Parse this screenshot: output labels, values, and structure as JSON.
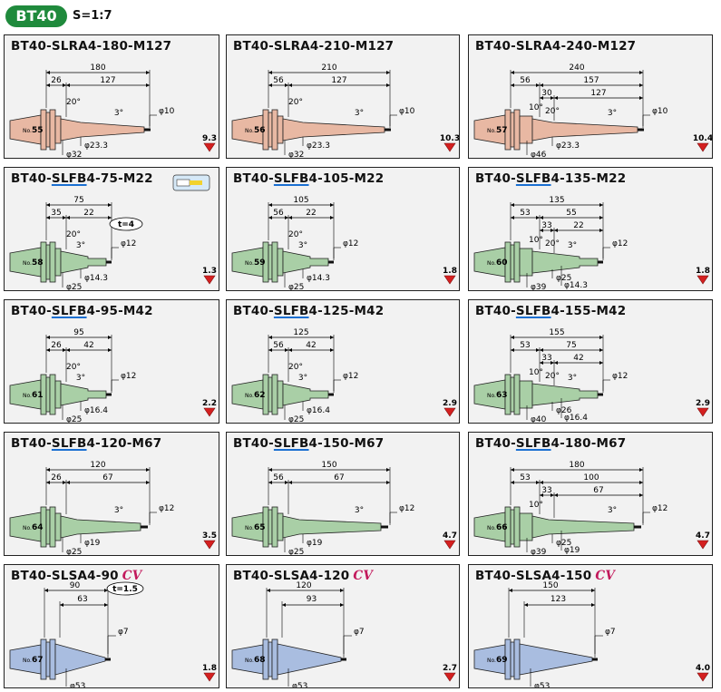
{
  "header": {
    "badge": "BT40",
    "scale": "S=1:7"
  },
  "colors": {
    "badge": "#1f8a3c",
    "pink": "#e8b8a3",
    "green": "#a9cfa6",
    "blue": "#a9bde0",
    "arrow": "#d42020",
    "underline": "#1a6fd1",
    "cv": "#c2185b"
  },
  "cards": [
    {
      "title": "BT40-SLRA4-180-M127",
      "no": "55",
      "weight": "9.3",
      "color": "pink",
      "kind": "ra",
      "dims": {
        "total": "180",
        "d1": "26",
        "d2": "127",
        "ang": "20°",
        "taper": "3°",
        "tip": "φ10",
        "dA": "φ32",
        "dB": "φ23.3"
      }
    },
    {
      "title": "BT40-SLRA4-210-M127",
      "no": "56",
      "weight": "10.3",
      "color": "pink",
      "kind": "ra",
      "dims": {
        "total": "210",
        "d1": "56",
        "d2": "127",
        "ang": "20°",
        "taper": "3°",
        "tip": "φ10",
        "dA": "φ32",
        "dB": "φ23.3"
      }
    },
    {
      "title": "BT40-SLRA4-240-M127",
      "no": "57",
      "weight": "10.4",
      "color": "pink",
      "kind": "ra3",
      "dims": {
        "total": "240",
        "d1": "56",
        "d2": "157",
        "d3": "30",
        "d4": "127",
        "ang": "10°",
        "ang2": "20°",
        "taper": "3°",
        "tip": "φ10",
        "dA": "φ46",
        "dB": "φ23.3"
      }
    },
    {
      "title": "BT40-SLFB4-75-M22",
      "no": "58",
      "weight": "1.3",
      "color": "green",
      "kind": "fbs",
      "u": true,
      "extra": "t=4",
      "icon": true,
      "dims": {
        "total": "75",
        "d1": "35",
        "d2": "22",
        "ang": "20°",
        "taper": "3°",
        "tip": "φ12",
        "dA": "φ25",
        "dB": "φ14.3"
      }
    },
    {
      "title": "BT40-SLFB4-105-M22",
      "no": "59",
      "weight": "1.8",
      "color": "green",
      "kind": "fbs",
      "u": true,
      "dims": {
        "total": "105",
        "d1": "56",
        "d2": "22",
        "ang": "20°",
        "taper": "3°",
        "tip": "φ12",
        "dA": "φ25",
        "dB": "φ14.3"
      }
    },
    {
      "title": "BT40-SLFB4-135-M22",
      "no": "60",
      "weight": "1.8",
      "color": "green",
      "kind": "fb3",
      "u": true,
      "dims": {
        "total": "135",
        "d1": "53",
        "d2": "55",
        "d3": "33",
        "d4": "22",
        "ang": "10°",
        "ang2": "20°",
        "taper": "3°",
        "tip": "φ12",
        "dA": "φ39",
        "dB": "φ25",
        "dC": "φ14.3"
      }
    },
    {
      "title": "BT40-SLFB4-95-M42",
      "no": "61",
      "weight": "2.2",
      "color": "green",
      "kind": "fbs",
      "u": true,
      "dims": {
        "total": "95",
        "d1": "26",
        "d2": "42",
        "ang": "20°",
        "taper": "3°",
        "tip": "φ12",
        "dA": "φ25",
        "dB": "φ16.4"
      }
    },
    {
      "title": "BT40-SLFB4-125-M42",
      "no": "62",
      "weight": "2.9",
      "color": "green",
      "kind": "fbs",
      "u": true,
      "dims": {
        "total": "125",
        "d1": "56",
        "d2": "42",
        "ang": "20°",
        "taper": "3°",
        "tip": "φ12",
        "dA": "φ25",
        "dB": "φ16.4"
      }
    },
    {
      "title": "BT40-SLFB4-155-M42",
      "no": "63",
      "weight": "2.9",
      "color": "green",
      "kind": "fb3",
      "u": true,
      "dims": {
        "total": "155",
        "d1": "53",
        "d2": "75",
        "d3": "33",
        "d4": "42",
        "ang": "10°",
        "ang2": "20°",
        "taper": "3°",
        "tip": "φ12",
        "dA": "φ40",
        "dB": "φ26",
        "dC": "φ16.4"
      }
    },
    {
      "title": "BT40-SLFB4-120-M67",
      "no": "64",
      "weight": "3.5",
      "color": "green",
      "kind": "fbl",
      "u": true,
      "dims": {
        "total": "120",
        "d1": "26",
        "d2": "67",
        "taper": "3°",
        "tip": "φ12",
        "dA": "φ25",
        "dB": "φ19"
      }
    },
    {
      "title": "BT40-SLFB4-150-M67",
      "no": "65",
      "weight": "4.7",
      "color": "green",
      "kind": "fbl",
      "u": true,
      "dims": {
        "total": "150",
        "d1": "56",
        "d2": "67",
        "taper": "3°",
        "tip": "φ12",
        "dA": "φ25",
        "dB": "φ19"
      }
    },
    {
      "title": "BT40-SLFB4-180-M67",
      "no": "66",
      "weight": "4.7",
      "color": "green",
      "kind": "fbl3",
      "u": true,
      "dims": {
        "total": "180",
        "d1": "53",
        "d2": "100",
        "d3": "33",
        "d4": "67",
        "ang": "10°",
        "taper": "3°",
        "tip": "φ12",
        "dA": "φ39",
        "dB": "φ25",
        "dC": "φ19"
      }
    },
    {
      "title": "BT40-SLSA4-90",
      "no": "67",
      "weight": "1.8",
      "color": "blue",
      "kind": "sa",
      "cv": "CV",
      "extra": "t=1.5",
      "dims": {
        "total": "90",
        "d1": "63",
        "tip": "φ7",
        "dA": "φ53"
      }
    },
    {
      "title": "BT40-SLSA4-120",
      "no": "68",
      "weight": "2.7",
      "color": "blue",
      "kind": "sa",
      "cv": "CV",
      "dims": {
        "total": "120",
        "d1": "93",
        "tip": "φ7",
        "dA": "φ53"
      }
    },
    {
      "title": "BT40-SLSA4-150",
      "no": "69",
      "weight": "4.0",
      "color": "blue",
      "kind": "sa",
      "cv": "CV",
      "dims": {
        "total": "150",
        "d1": "123",
        "tip": "φ7",
        "dA": "φ53"
      }
    }
  ]
}
